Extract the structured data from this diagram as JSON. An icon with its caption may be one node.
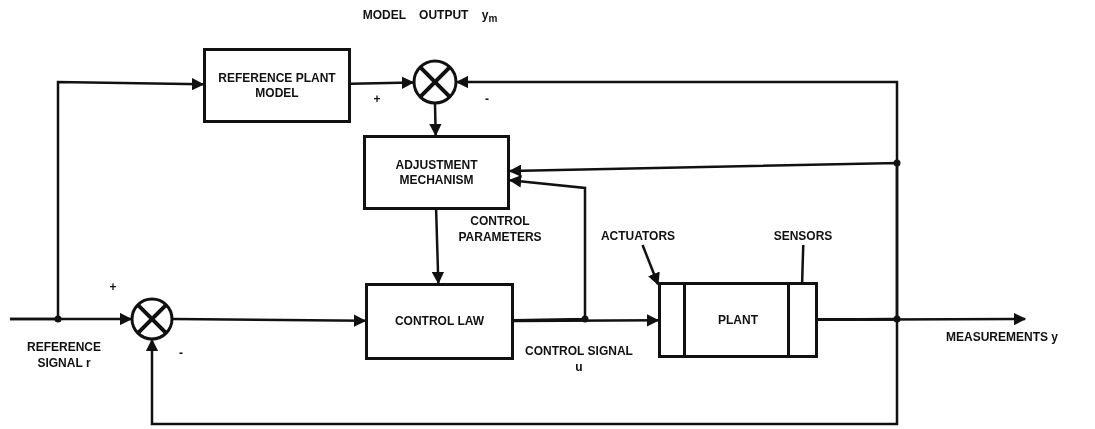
{
  "diagram": {
    "nodes": [
      {
        "text": [
          "REFERENCE PLANT MODEL"
        ]
      },
      {
        "text": [],
        "shape": "circle",
        "beside": [
          "MODEL OUTPUT y$_{m}$",
          "+",
          "-"
        ]
      },
      {
        "text": [
          "ADJUSTMENT MECHANISM"
        ]
      },
      {
        "text": [
          "CONTROL LAW"
        ]
      },
      {
        "text": [],
        "shape": "circle",
        "beside": [
          "+",
          "-"
        ]
      },
      {
        "text": [
          "PLANT"
        ]
      },
      {
        "text": [
          "ACTUATORS"
        ]
      },
      {
        "text": [],
        "shape": "box",
        "in": 5
      },
      {
        "text": [
          "SENSORS"
        ]
      },
      {
        "text": [],
        "shape": "box",
        "in": 5
      }
    ],
    "edges": [
      {
        "from": null,
        "to": 4,
        "arrow": "to",
        "label": "REFERENCE SIGNAL r"
      },
      {
        "from": null,
        "to": 0,
        "arrow": "to"
      },
      {
        "from": 0,
        "to": 1,
        "arrow": "to"
      },
      {
        "from": 1,
        "to": 2,
        "arrow": "to"
      },
      {
        "from": 2,
        "to": 3,
        "arrow": "to",
        "label": "CONTROL PARAMETERS"
      },
      {
        "from": 4,
        "to": 3,
        "arrow": "to"
      },
      {
        "from": 3,
        "to": 5,
        "arrow": "to",
        "label": "CONTROL SIGNAL u"
      },
      {
        "from": 3,
        "to": 2,
        "arrow": "to"
      },
      {
        "from": 5,
        "to": null,
        "arrow": "to",
        "label": "MEASUREMENTS y"
      },
      {
        "from": 5,
        "to": 1,
        "arrow": "to"
      },
      {
        "from": 5,
        "to": 2,
        "arrow": "to"
      },
      {
        "from": 5,
        "to": 4,
        "arrow": "to"
      },
      {
        "from": 6,
        "to": 7,
        "arrow": "to"
      },
      {
        "from": 8,
        "to": 9,
        "arrow": "none"
      }
    ]
  }
}
